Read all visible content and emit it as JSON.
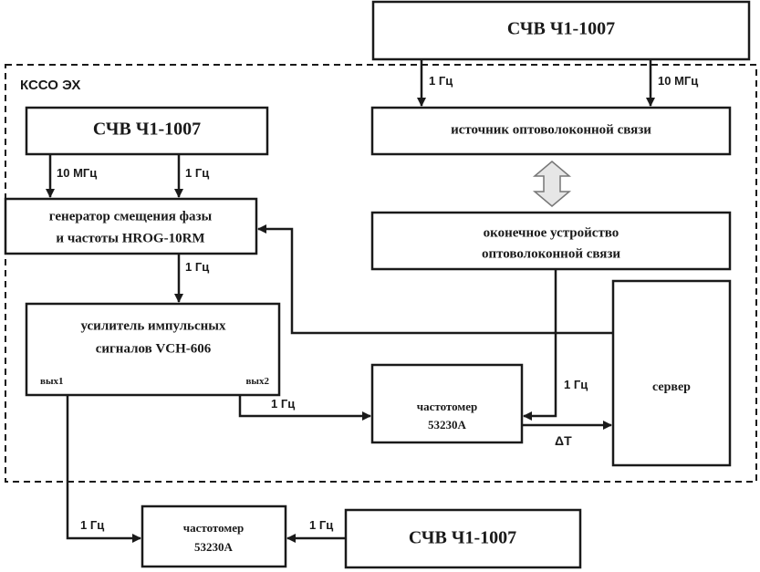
{
  "region_label": "КССО ЭХ",
  "nodes": {
    "top_source": "СЧВ Ч1-1007",
    "left_source": "СЧВ Ч1-1007",
    "bottom_source": "СЧВ Ч1-1007",
    "fiber_source": "источник оптоволоконной связи",
    "fiber_terminal_line1": "оконечное устройство",
    "fiber_terminal_line2": "оптоволоконной связи",
    "phase_gen_line1": "генератор смещения фазы",
    "phase_gen_line2": "и частоты HROG-10RM",
    "amplifier_line1": "усилитель импульсных",
    "amplifier_line2": "сигналов VCH-606",
    "amp_out1": "вых1",
    "amp_out2": "вых2",
    "counter_main_line1": "частотомер",
    "counter_main_line2": "53230A",
    "counter_bottom_line1": "частотомер",
    "counter_bottom_line2": "53230A",
    "server": "сервер"
  },
  "edge_labels": {
    "top_to_fiber_1hz": "1 Гц",
    "top_to_fiber_10mhz": "10 МГц",
    "left_to_gen_10mhz": "10 МГц",
    "left_to_gen_1hz": "1 Гц",
    "gen_to_amp": "1 Гц",
    "amp_to_counter": "1 Гц",
    "terminal_to_counter": "1 Гц",
    "counter_to_server": "ΔT",
    "amp_to_bottom_counter": "1 Гц",
    "bottom_source_to_counter": "1 Гц"
  }
}
